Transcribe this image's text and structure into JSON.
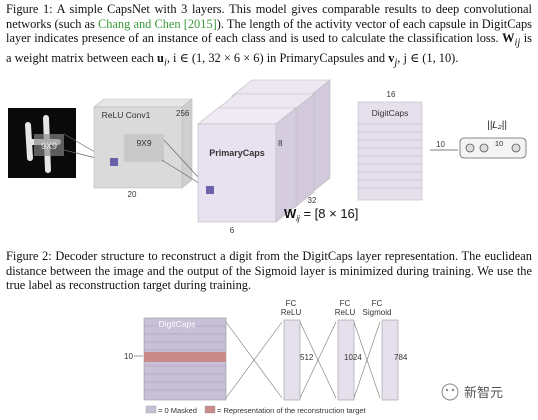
{
  "caption1": {
    "label": "Figure 1:",
    "text_a": "A simple CapsNet with 3 layers. This model gives comparable results to deep convolutional networks (such as",
    "citation": "Chang and Chen [2015]",
    "text_b": "). The length of the activity vector of each capsule in DigitCaps layer indicates presence of an instance of each class and is used to calculate the classification loss.",
    "wij": "W",
    "wij_sub": "ij",
    "text_c": " is a weight matrix between each ",
    "ui": "u",
    "ui_sub": "i",
    "text_d": ", i ∈ (1, 32 × 6 × 6) in PrimaryCapsules and ",
    "vj": "v",
    "vj_sub": "j",
    "text_e": ", j ∈ (1, 10)."
  },
  "figure1": {
    "input_label": "9X9",
    "conv_label": "ReLU Conv1",
    "conv_depth": "256",
    "conv_kernel": "9X9",
    "conv_width": "20",
    "primary_label": "PrimaryCaps",
    "primary_depth": "8",
    "primary_count": "32",
    "primary_width": "6",
    "wij_formula": "W",
    "wij_sub": "ij",
    "wij_rhs": " = [8 × 16]",
    "digitcaps_label": "DigitCaps",
    "digitcaps_width": "16",
    "digitcaps_rows": "10",
    "l2_label": "||L₂||",
    "l2_count": "10"
  },
  "caption2": {
    "label": "Figure 2:",
    "text": "Decoder structure to reconstruct a digit from the DigitCaps layer representation. The euclidean distance between the image and the output of the Sigmoid layer is minimized during training. We use the true label as reconstruction target during training."
  },
  "figure2": {
    "digitcaps_label": "DigitCaps",
    "rows_label": "10",
    "fc1_title": "FC",
    "fc1_act": "ReLU",
    "fc1_size": "512",
    "fc2_title": "FC",
    "fc2_act": "ReLU",
    "fc2_size": "1024",
    "fc3_title": "FC",
    "fc3_act": "Sigmoid",
    "fc3_size": "784",
    "legend_masked": "= 0 Masked",
    "legend_target": "= Representation of the reconstruction target",
    "masked_color": "#c8c0d6",
    "target_color": "#c98a8a"
  },
  "watermark": "新智元"
}
